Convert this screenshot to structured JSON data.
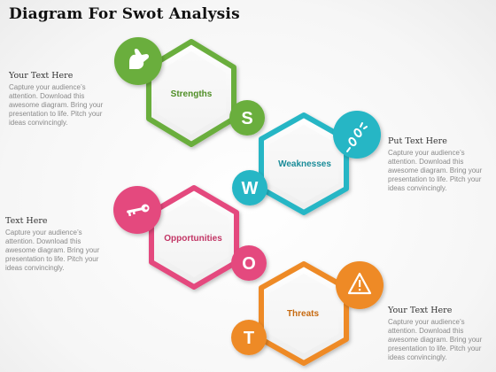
{
  "title": "Diagram For Swot Analysis",
  "colors": {
    "strengths": "#6aae3c",
    "weaknesses": "#26b6c5",
    "opportunities": "#e4497e",
    "threats": "#ee8a25"
  },
  "items": [
    {
      "label": "Strengths",
      "letter": "S",
      "icon": "muscle-icon"
    },
    {
      "label": "Weaknesses",
      "letter": "W",
      "icon": "broken-chain-icon"
    },
    {
      "label": "Opportunities",
      "letter": "O",
      "icon": "key-icon"
    },
    {
      "label": "Threats",
      "letter": "T",
      "icon": "warning-icon"
    }
  ],
  "side_texts": [
    {
      "heading": "Your Text Here",
      "body": "Capture your audience’s attention. Download this awesome diagram. Bring your presentation to life. Pitch your ideas convincingly."
    },
    {
      "heading": "Put Text Here",
      "body": "Capture your audience’s attention. Download this awesome diagram. Bring your presentation to life. Pitch your ideas convincingly."
    },
    {
      "heading": "Text Here",
      "body": "Capture your audience’s attention. Download this awesome diagram. Bring your presentation to life. Pitch your ideas convincingly."
    },
    {
      "heading": "Your Text Here",
      "body": "Capture your audience’s attention. Download this awesome diagram. Bring your presentation to life. Pitch your ideas convincingly."
    }
  ]
}
